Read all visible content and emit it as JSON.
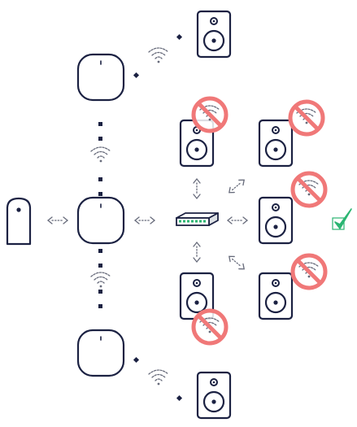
{
  "diagram": {
    "nodes": [
      {
        "id": "router",
        "kind": "router",
        "icon": "router-icon"
      },
      {
        "id": "node-top",
        "kind": "mesh-node",
        "icon": "mesh-node-icon"
      },
      {
        "id": "node-center",
        "kind": "mesh-node",
        "icon": "mesh-node-icon"
      },
      {
        "id": "node-bottom",
        "kind": "mesh-node",
        "icon": "mesh-node-icon"
      },
      {
        "id": "switch",
        "kind": "network-switch",
        "icon": "network-switch-icon"
      },
      {
        "id": "speaker-top",
        "kind": "speaker",
        "icon": "speaker-icon",
        "link": "wireless"
      },
      {
        "id": "speaker-bottom",
        "kind": "speaker",
        "icon": "speaker-icon",
        "link": "wireless"
      },
      {
        "id": "speaker-left-upper",
        "kind": "speaker",
        "icon": "speaker-icon",
        "link": "wired",
        "wifi_disabled": true
      },
      {
        "id": "speaker-left-lower",
        "kind": "speaker",
        "icon": "speaker-icon",
        "link": "wired",
        "wifi_disabled": true
      },
      {
        "id": "speaker-right-1",
        "kind": "speaker",
        "icon": "speaker-icon",
        "link": "wired",
        "wifi_disabled": true
      },
      {
        "id": "speaker-right-2",
        "kind": "speaker",
        "icon": "speaker-icon",
        "link": "wired",
        "wifi_disabled": true,
        "status": "ok"
      },
      {
        "id": "speaker-right-3",
        "kind": "speaker",
        "icon": "speaker-icon",
        "link": "wired",
        "wifi_disabled": true
      }
    ],
    "colors": {
      "stroke": "#1b2142",
      "wifi_gray": "#666a7a",
      "prohibit_red": "#f07878",
      "check_green": "#2bb572"
    }
  }
}
